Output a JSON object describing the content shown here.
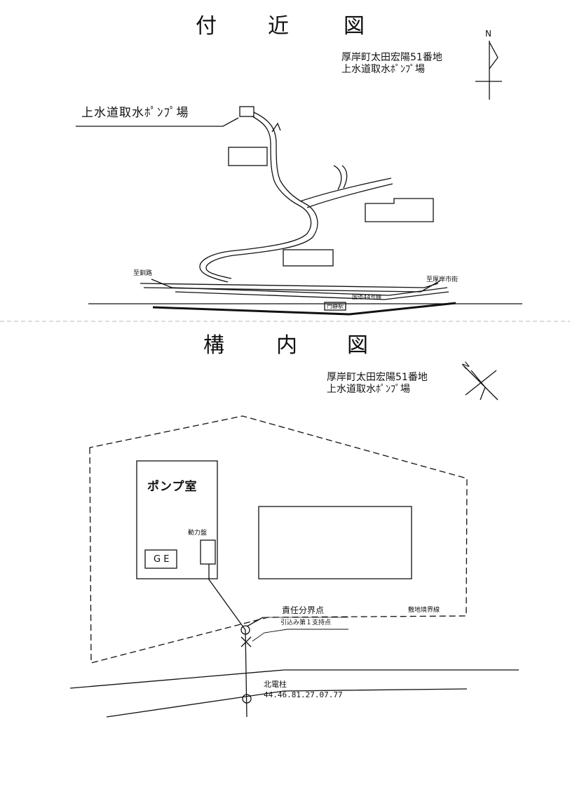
{
  "vicinity_map": {
    "title_chars": [
      "付",
      "近",
      "図"
    ],
    "address_line1": "厚岸町太田宏陽51番地",
    "address_line2": "上水道取水ﾎﾟﾝﾌﾟ場",
    "north_label": "N",
    "facility_label": "上水道取水ﾎﾟﾝﾌﾟ場",
    "label_left_destination": "至釧路",
    "label_right_destination": "至厚岸市街",
    "label_route": "国道44号線",
    "label_station": "門静駅"
  },
  "site_plan": {
    "title_chars": [
      "構",
      "内",
      "図"
    ],
    "address_line1": "厚岸町太田宏陽51番地",
    "address_line2": "上水道取水ﾎﾟﾝﾌﾟ場",
    "north_label": "N",
    "pump_room_label": "ポンプ室",
    "power_panel_label": "動力盤",
    "ge_label": "G E",
    "responsibility_point_label": "責任分界点",
    "site_boundary_label": "敷地境界線",
    "first_support_label": "引込み第１支持点",
    "pole_label": "北電柱",
    "pole_number": "44.46.81.27.07.77"
  }
}
